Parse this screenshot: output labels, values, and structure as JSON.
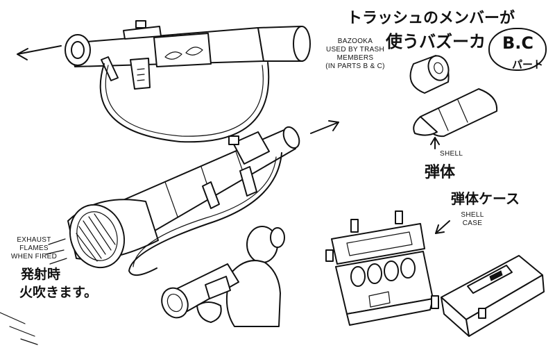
{
  "title_jp": {
    "line1": "トラッシュのメンバーが",
    "line2": "使うバズーカ",
    "parts_code": "B.C",
    "parts_word": "パート"
  },
  "labels": {
    "bazooka": "BAZOOKA\nUSED BY TRASH\nMEMBERS\n(IN PARTS B & C)",
    "shell": "SHELL",
    "shell_jp": "弾体",
    "shell_case_jp": "弾体ケース",
    "shell_case": "SHELL\nCASE",
    "exhaust": "EXHAUST\nFLAMES\nWHEN FIRED",
    "exhaust_jp_1": "発射時",
    "exhaust_jp_2": "火吹きます。"
  }
}
